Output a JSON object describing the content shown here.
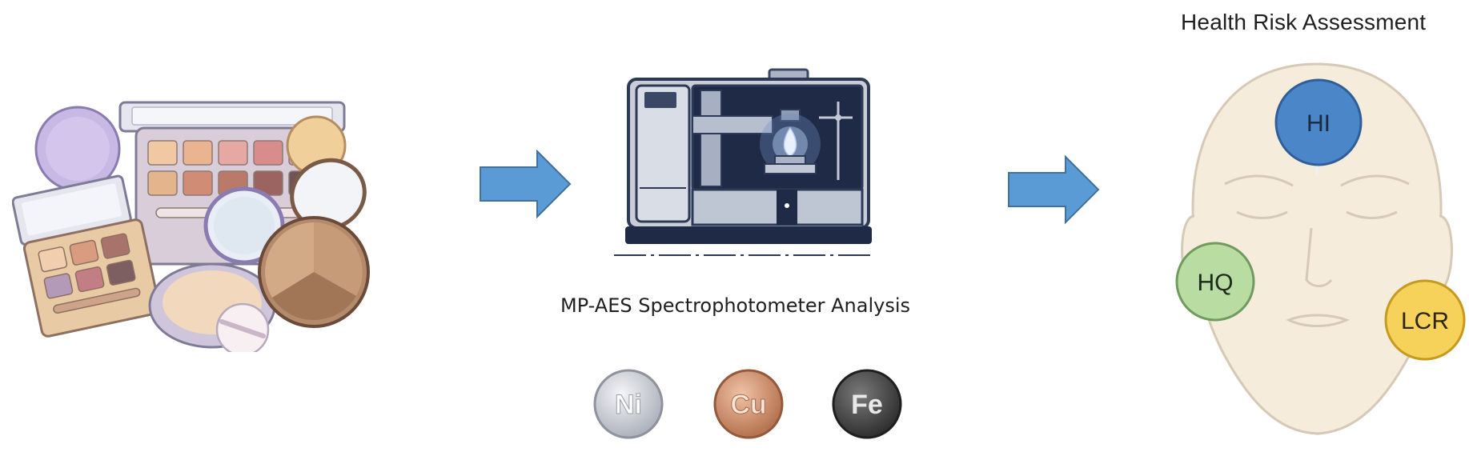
{
  "diagram": {
    "title": "Health Risk Assessment",
    "machine_caption": "MP-AES Spectrophotometer Analysis",
    "elements": [
      {
        "symbol": "Ni",
        "color": "#c9ccd3"
      },
      {
        "symbol": "Cu",
        "color": "#c98a6a"
      },
      {
        "symbol": "Fe",
        "color": "#4a4a4a"
      }
    ],
    "risk_indices": [
      {
        "label": "HI",
        "color": "#4a86c8"
      },
      {
        "label": "HQ",
        "color": "#b9dca3"
      },
      {
        "label": "LCR",
        "color": "#f6d25a"
      }
    ],
    "arrow_color": "#5b9bd5",
    "icons": [
      "cosmetics-illustration",
      "spectrophotometer-machine",
      "face-outline"
    ]
  }
}
